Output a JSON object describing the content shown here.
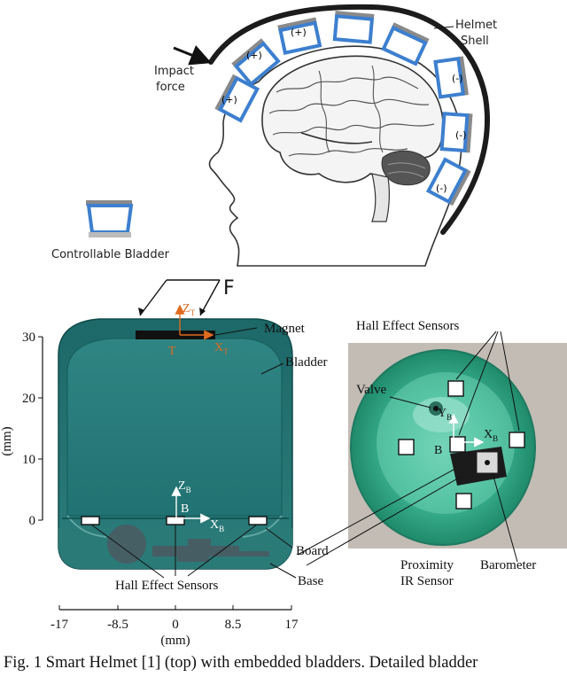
{
  "figure_top": {
    "helmet_shell_label": [
      "Helmet",
      "Shell"
    ],
    "impact_label": [
      "Impact",
      "force"
    ],
    "bladder_signs": [
      "(+)",
      "(+)",
      "(+)",
      "(+)",
      "(-)",
      "(-)",
      "(-)"
    ],
    "legend_label": "Controllable Bladder",
    "colors": {
      "bladder": "#3d7fcf",
      "shell": "#1c1c1c",
      "pad": "#8a8a8a"
    }
  },
  "figure_bottom_left": {
    "force_label": "F",
    "magnet_label": "Magnet",
    "bladder_label": "Bladder",
    "board_label": "Board",
    "base_label": "Base",
    "hall_label": "Hall Effect Sensors",
    "frame_top": {
      "axis_z": "Z",
      "axis_x": "X",
      "sub": "T",
      "origin": "T"
    },
    "frame_base": {
      "axis_z": "Z",
      "axis_x": "X",
      "sub": "B",
      "origin": "B"
    },
    "y_axis": {
      "label": "(mm)",
      "ticks": [
        "30",
        "20",
        "10",
        "0"
      ]
    },
    "x_axis": {
      "label": "(mm)",
      "ticks": [
        "-17",
        "-8.5",
        "0",
        "8.5",
        "17"
      ]
    },
    "colors": {
      "body": "#1f6b6b",
      "body_dark": "#0f4a4a",
      "frame_top": "#e06a1f"
    }
  },
  "figure_bottom_right": {
    "hall_label": "Hall Effect Sensors",
    "valve_label": "Valve",
    "y_label": "Y",
    "x_label": "X",
    "sub": "B",
    "origin": "B",
    "proximity_label": [
      "Proximity",
      "IR Sensor"
    ],
    "barometer_label": "Barometer",
    "colors": {
      "bladder_green": "#3ab594",
      "bg": "#c9c4bd"
    }
  },
  "caption": "Fig. 1 Smart Helmet [1] (top) with embedded bladders.  Detailed bladder"
}
